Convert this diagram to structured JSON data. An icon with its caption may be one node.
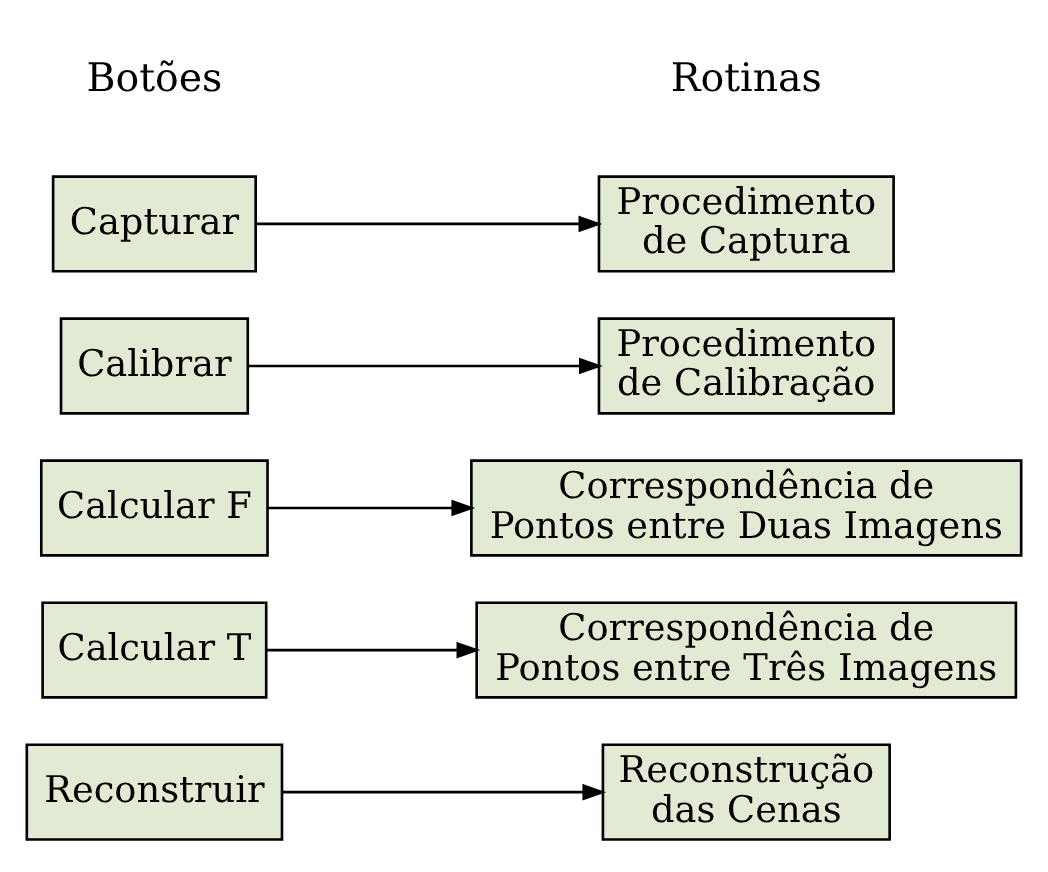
{
  "diagram": {
    "nodes": [
      {
        "text": [
          "Capturar"
        ]
      },
      {
        "text": [
          "Calibrar"
        ]
      },
      {
        "text": [
          "Calcular F"
        ]
      },
      {
        "text": [
          "Calcular T"
        ]
      },
      {
        "text": [
          "Reconstruir"
        ]
      },
      {
        "text": [
          "Procedimento de Captura"
        ]
      },
      {
        "text": [
          "Procedimento de Calibração"
        ]
      },
      {
        "text": [
          "Correspondência de Pontos entre Duas Imagens"
        ]
      },
      {
        "text": [
          "Correspondência de Pontos entre Três Imagens"
        ]
      },
      {
        "text": [
          "Reconstrução das Cenas"
        ]
      }
    ],
    "edges": [
      {
        "from": 0,
        "to": 5,
        "arrow": "to"
      },
      {
        "from": 1,
        "to": 6,
        "arrow": "to"
      },
      {
        "from": 2,
        "to": 7,
        "arrow": "to"
      },
      {
        "from": 3,
        "to": 8,
        "arrow": "to"
      },
      {
        "from": 4,
        "to": 9,
        "arrow": "to"
      }
    ],
    "labels": [
      "Botões",
      "Rotinas"
    ]
  }
}
